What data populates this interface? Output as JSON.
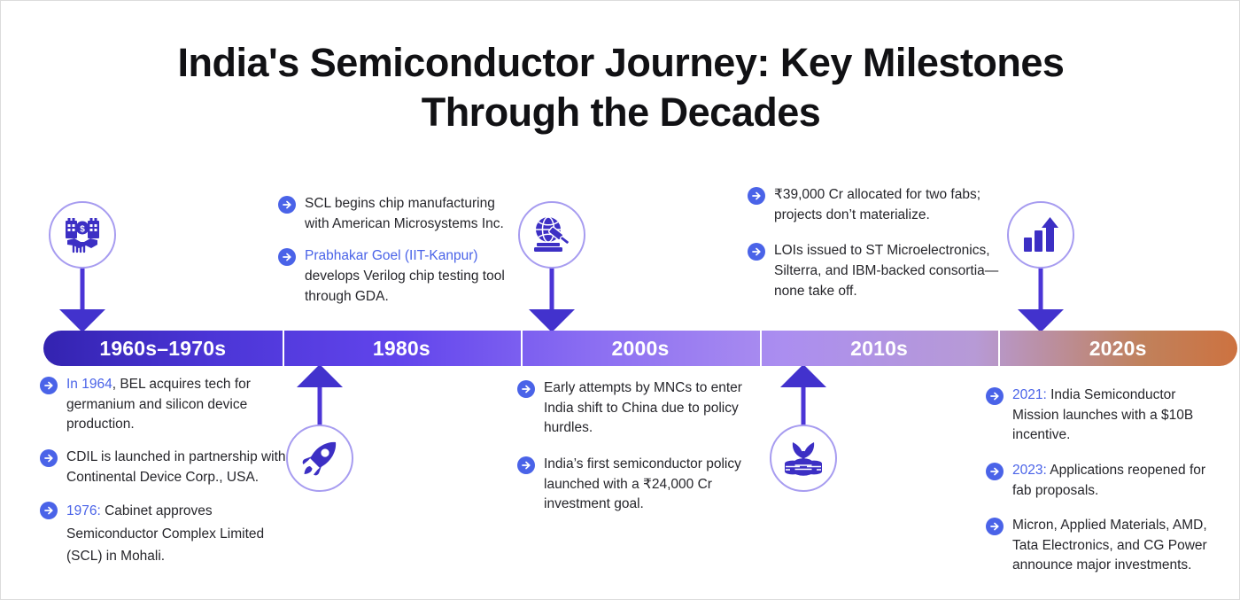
{
  "title": {
    "line1": "India's Semiconductor Journey: Key Milestones",
    "line2": "Through the Decades"
  },
  "colors": {
    "bar_start": "#3323b0",
    "bar_mid": "#8b6ef2",
    "bar_end": "#cd7240",
    "connector": "#4232cd",
    "bullet_icon": "#4a63e8",
    "highlight_text": "#4a63e8",
    "circle_border": "#a79cf0",
    "body_text": "#26262b"
  },
  "timeline": {
    "segments": [
      {
        "label": "1960s–1970s"
      },
      {
        "label": "1980s"
      },
      {
        "label": "2000s"
      },
      {
        "label": "2010s"
      },
      {
        "label": "2020s"
      }
    ]
  },
  "eras": {
    "era1960s70s": {
      "label": "1960s–1970s",
      "icon": "handshake-buildings-icon",
      "icon_position": "above",
      "bullets_position": "below",
      "bullets": [
        {
          "highlight": "In 1964",
          "rest": ", BEL acquires tech for germanium and silicon device production."
        },
        {
          "highlight": "",
          "rest": "CDIL is launched in partnership with Continental Device Corp., USA."
        },
        {
          "highlight": "1976:",
          "rest": " Cabinet approves Semiconductor Complex Limited (SCL) in Mohali."
        }
      ]
    },
    "era1980s": {
      "label": "1980s",
      "icon": "rocket-icon",
      "icon_position": "below",
      "bullets_position": "above",
      "bullets": [
        {
          "highlight": "",
          "rest": "SCL begins chip manufacturing with American Microsystems Inc."
        },
        {
          "highlight": "Prabhakar Goel (IIT-Kanpur)",
          "rest": " develops Verilog chip testing tool through GDA."
        }
      ]
    },
    "era2000s": {
      "label": "2000s",
      "icon": "globe-gavel-icon",
      "icon_position": "above",
      "bullets_position": "below",
      "bullets": [
        {
          "highlight": "",
          "rest": "Early attempts by MNCs to enter India shift to China due to policy hurdles."
        },
        {
          "highlight": "",
          "rest": "India’s first semiconductor policy launched with a ₹24,000 Cr investment goal."
        }
      ]
    },
    "era2010s": {
      "label": "2010s",
      "icon": "coins-sprout-icon",
      "icon_position": "below",
      "bullets_position": "above",
      "bullets": [
        {
          "highlight": "",
          "rest": "₹39,000 Cr allocated for two fabs; projects don’t materialize."
        },
        {
          "highlight": "",
          "rest": "LOIs issued to ST Microelectronics, Silterra, and IBM-backed consortia—none take off."
        }
      ]
    },
    "era2020s": {
      "label": "2020s",
      "icon": "growth-chart-icon",
      "icon_position": "above",
      "bullets_position": "below",
      "bullets": [
        {
          "highlight": "2021:",
          "rest": " India Semiconductor Mission launches with a $10B incentive."
        },
        {
          "highlight": "2023:",
          "rest": " Applications reopened for fab proposals."
        },
        {
          "highlight": "",
          "rest": "Micron, Applied Materials, AMD, Tata Electronics, and CG Power announce major investments."
        }
      ]
    }
  }
}
